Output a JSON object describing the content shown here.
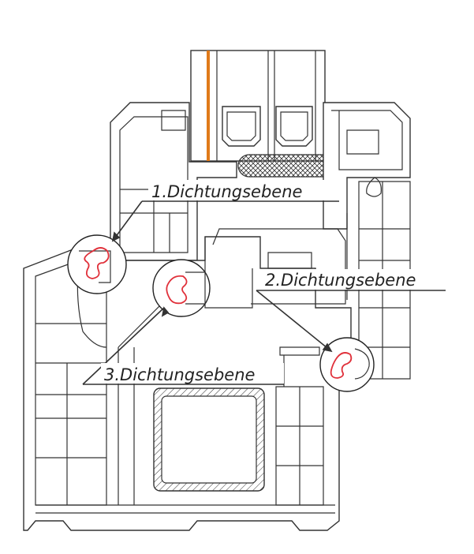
{
  "labels": {
    "seal1": "1.Dichtungsebene",
    "seal2": "2.Dichtungsebene",
    "seal3": "3.Dichtungsebene"
  },
  "colors": {
    "seal": "#e0303a",
    "glass_edge": "#e07a1a",
    "line": "#333333",
    "background": "#ffffff"
  }
}
